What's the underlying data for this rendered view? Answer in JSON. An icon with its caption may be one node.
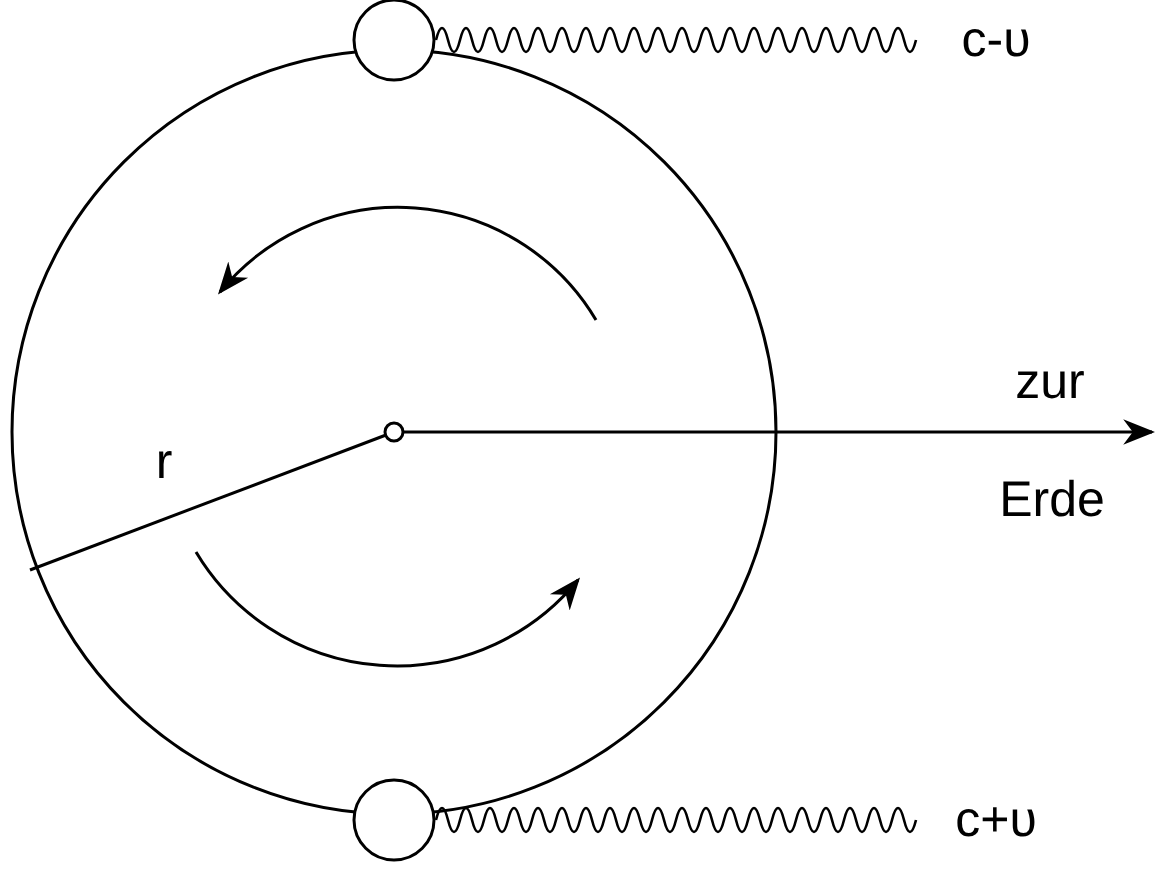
{
  "diagram": {
    "labels": [
      "c-υ",
      "zur",
      "r",
      "Erde",
      "c+υ"
    ]
  }
}
